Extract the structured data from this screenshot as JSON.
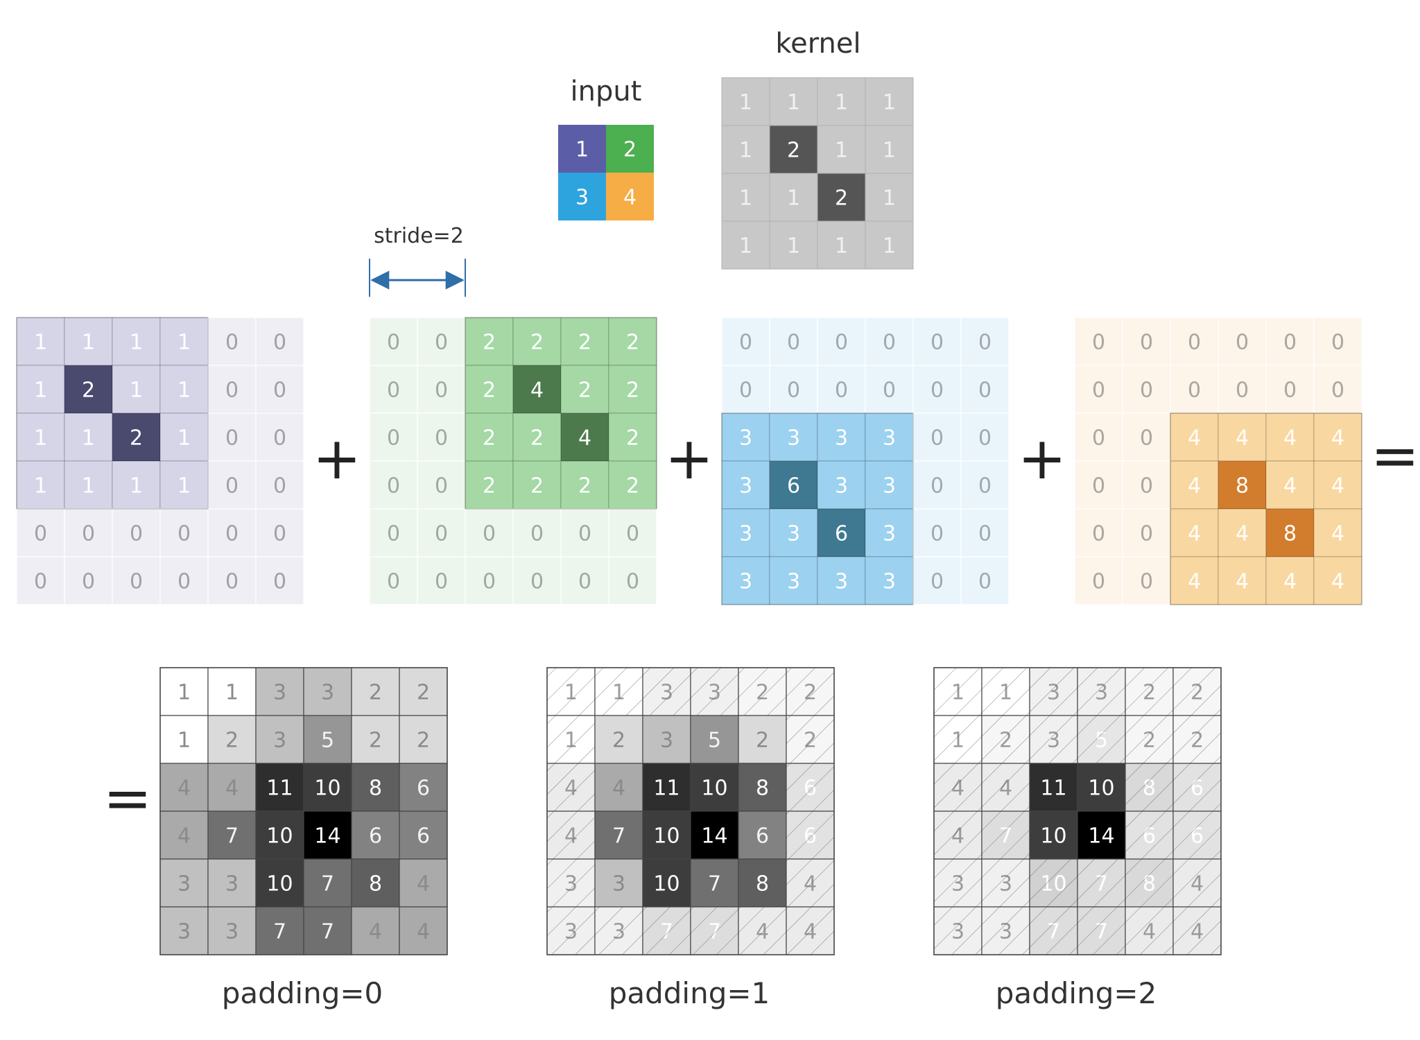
{
  "labels": {
    "input": "input",
    "kernel": "kernel",
    "stride": "stride=2",
    "plus": "+",
    "equals": "=",
    "padding": [
      "padding=0",
      "padding=1",
      "padding=2"
    ]
  },
  "colors": {
    "purple": "#5b5ea6",
    "green": "#4caf50",
    "blue": "#2ea4df",
    "orange": "#f7ad45",
    "kernel_gray": "#c8c8c8",
    "arrow": "#2f6ea8"
  },
  "input": {
    "values": [
      [
        1,
        2
      ],
      [
        3,
        4
      ]
    ],
    "colors": [
      [
        "#5b5ea6",
        "#4caf50"
      ],
      [
        "#2ea4df",
        "#f7ad45"
      ]
    ]
  },
  "kernel": [
    [
      1,
      1,
      1,
      1
    ],
    [
      1,
      2,
      1,
      1
    ],
    [
      1,
      1,
      2,
      1
    ],
    [
      1,
      1,
      1,
      1
    ]
  ],
  "partials": [
    {
      "name": "purple",
      "values": [
        [
          1,
          1,
          1,
          1,
          0,
          0
        ],
        [
          1,
          2,
          1,
          1,
          0,
          0
        ],
        [
          1,
          1,
          2,
          1,
          0,
          0
        ],
        [
          1,
          1,
          1,
          1,
          0,
          0
        ],
        [
          0,
          0,
          0,
          0,
          0,
          0
        ],
        [
          0,
          0,
          0,
          0,
          0,
          0
        ]
      ],
      "active": [
        0,
        0
      ],
      "colors": {
        "pad": "#eeeef4",
        "light": "#d6d5e8",
        "dark": "#4a4a6e",
        "text_light": "#ffffff",
        "text_pad": "#a0a0a8"
      }
    },
    {
      "name": "green",
      "values": [
        [
          0,
          0,
          2,
          2,
          2,
          2
        ],
        [
          0,
          0,
          2,
          4,
          2,
          2
        ],
        [
          0,
          0,
          2,
          2,
          4,
          2
        ],
        [
          0,
          0,
          2,
          2,
          2,
          2
        ],
        [
          0,
          0,
          0,
          0,
          0,
          0
        ],
        [
          0,
          0,
          0,
          0,
          0,
          0
        ]
      ],
      "active": [
        0,
        2
      ],
      "colors": {
        "pad": "#edf6ed",
        "light": "#a5d8a4",
        "dark": "#4d7a4d",
        "text_light": "#ffffff",
        "text_pad": "#a0a8a0"
      }
    },
    {
      "name": "blue",
      "values": [
        [
          0,
          0,
          0,
          0,
          0,
          0
        ],
        [
          0,
          0,
          0,
          0,
          0,
          0
        ],
        [
          3,
          3,
          3,
          3,
          0,
          0
        ],
        [
          3,
          6,
          3,
          3,
          0,
          0
        ],
        [
          3,
          3,
          6,
          3,
          0,
          0
        ],
        [
          3,
          3,
          3,
          3,
          0,
          0
        ]
      ],
      "active": [
        2,
        0
      ],
      "colors": {
        "pad": "#eaf5fb",
        "light": "#9cd1ef",
        "dark": "#3f7891",
        "text_light": "#ffffff",
        "text_pad": "#a0a8ae"
      }
    },
    {
      "name": "orange",
      "values": [
        [
          0,
          0,
          0,
          0,
          0,
          0
        ],
        [
          0,
          0,
          0,
          0,
          0,
          0
        ],
        [
          0,
          0,
          4,
          4,
          4,
          4
        ],
        [
          0,
          0,
          4,
          8,
          4,
          4
        ],
        [
          0,
          0,
          4,
          4,
          8,
          4
        ],
        [
          0,
          0,
          4,
          4,
          4,
          4
        ]
      ],
      "active": [
        2,
        2
      ],
      "colors": {
        "pad": "#fdf4ea",
        "light": "#f9d7a0",
        "dark": "#d27d2d",
        "text_light": "#ffffff",
        "text_pad": "#aaa6a0"
      }
    }
  ],
  "result": [
    [
      1,
      1,
      3,
      3,
      2,
      2
    ],
    [
      1,
      2,
      3,
      5,
      2,
      2
    ],
    [
      4,
      4,
      11,
      10,
      8,
      6
    ],
    [
      4,
      7,
      10,
      14,
      6,
      6
    ],
    [
      3,
      3,
      10,
      7,
      8,
      4
    ],
    [
      3,
      3,
      7,
      7,
      4,
      4
    ]
  ],
  "padding_crops": [
    0,
    1,
    2
  ]
}
